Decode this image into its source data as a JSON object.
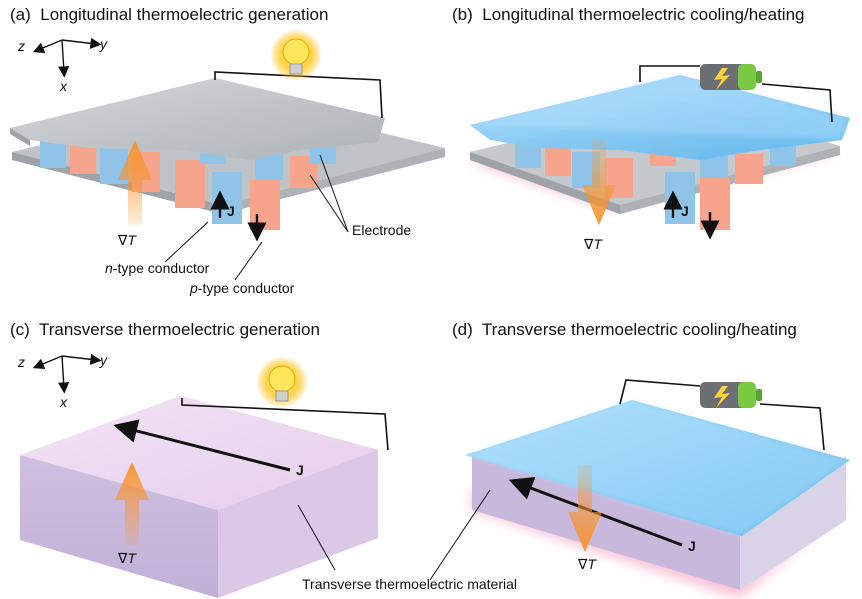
{
  "panels": {
    "a": {
      "tag": "(a)",
      "title": "Longitudinal thermoelectric generation"
    },
    "b": {
      "tag": "(b)",
      "title": "Longitudinal thermoelectric cooling/heating"
    },
    "c": {
      "tag": "(c)",
      "title": "Transverse thermoelectric generation"
    },
    "d": {
      "tag": "(d)",
      "title": "Transverse thermoelectric cooling/heating"
    }
  },
  "labels": {
    "electrode": "Electrode",
    "n_type_prefix": "n",
    "n_type_suffix": "-type conductor",
    "p_type_prefix": "p",
    "p_type_suffix": "-type conductor",
    "transverse_material": "Transverse thermoelectric material",
    "current": "J",
    "gradient_symbol": "∇",
    "gradient_var": "T"
  },
  "axes": {
    "z": "z",
    "y": "y",
    "x": "x"
  },
  "colors": {
    "plate_grey": "#c9cccf",
    "p_type": "#f6a58c",
    "n_type": "#8fc4e8",
    "heat_arrow": "#f7942f",
    "cool_surface": "#7fc6f3",
    "hot_glow": "#f46a96",
    "transverse_block": "#e7d5ee",
    "battery_body": "#6b6e72",
    "battery_tip": "#7ac943",
    "bulb_glow": "#ffd23f"
  }
}
